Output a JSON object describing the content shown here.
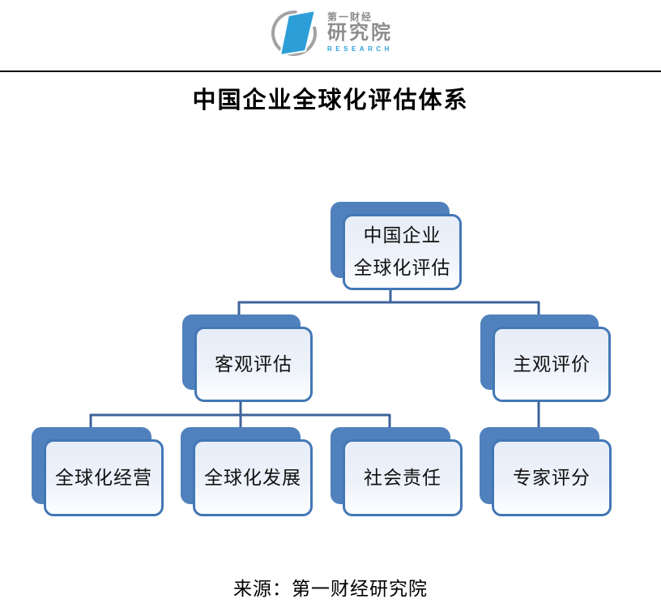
{
  "logo": {
    "brand_small": "第一财经",
    "brand_large": "研究院",
    "brand_sub": "RESEARCH"
  },
  "title": "中国企业全球化评估体系",
  "source": "来源：第一财经研究院",
  "colors": {
    "node_shadow_blue": "#5081bd",
    "node_border_blue": "#4277b5",
    "node_fill_top": "#e7edf7",
    "node_fill_bottom": "#fdfeff",
    "connector_blue": "#3e6399",
    "logo_blue": "#2d9fd8",
    "logo_gray": "#8d8d8d"
  },
  "chart_data": {
    "type": "org-chart",
    "title": "中国企业全球化评估体系",
    "nodes": [
      {
        "id": "root",
        "label": "中国企业\n全球化评估",
        "parent": null
      },
      {
        "id": "objective",
        "label": "客观评估",
        "parent": "root"
      },
      {
        "id": "subjective",
        "label": "主观评价",
        "parent": "root"
      },
      {
        "id": "operation",
        "label": "全球化经营",
        "parent": "objective"
      },
      {
        "id": "develop",
        "label": "全球化发展",
        "parent": "objective"
      },
      {
        "id": "csr",
        "label": "社会责任",
        "parent": "objective"
      },
      {
        "id": "expert",
        "label": "专家评分",
        "parent": "subjective"
      }
    ]
  }
}
